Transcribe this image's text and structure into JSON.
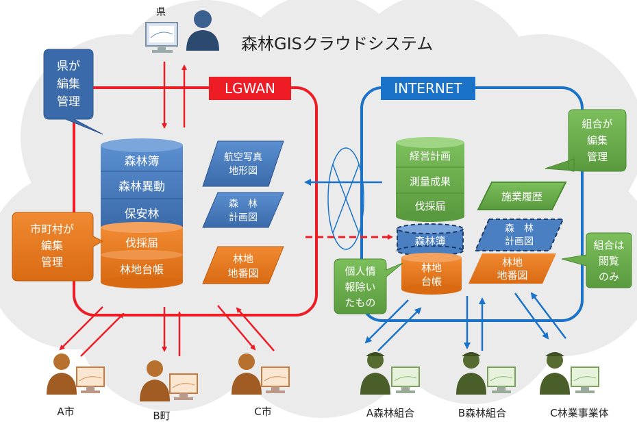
{
  "title": "森林GISクラウドシステム",
  "networks": {
    "lgwan": "LGWAN",
    "internet": "INTERNET"
  },
  "pref": {
    "label": "県",
    "callout": [
      "県が",
      "編集",
      "管理"
    ]
  },
  "municipality_callout": [
    "市町村が",
    "編集",
    "管理"
  ],
  "union_edit_callout": [
    "組合が",
    "編集",
    "管理"
  ],
  "union_view_callout": [
    "組合は",
    "閲覧",
    "のみ"
  ],
  "personal_info_callout": [
    "個人情",
    "報除い",
    "たもの"
  ],
  "lgwan_db": {
    "blue": [
      "森林簿",
      "森林異動",
      "保安林"
    ],
    "orange": [
      "伐採届",
      "林地台帳"
    ]
  },
  "lgwan_maps": {
    "aerial": [
      "航空写真",
      "地形図"
    ],
    "plan": [
      "森　林",
      "計画図"
    ],
    "lot": [
      "林地",
      "地番図"
    ]
  },
  "internet_db": {
    "green": [
      "経営計画",
      "測量成果",
      "伐採届"
    ],
    "blue": "森林簿",
    "orange": [
      "林地",
      "台帳"
    ]
  },
  "internet_maps": {
    "history": "施業履歴",
    "plan": [
      "森　林",
      "計画図"
    ],
    "lot": [
      "林地",
      "地番図"
    ]
  },
  "users_lgwan": [
    "A市",
    "B町",
    "C市"
  ],
  "users_internet": [
    "A森林組合",
    "B森林組合",
    "C林業事業体"
  ],
  "colors": {
    "lgwan": "#ee1c25",
    "internet": "#1a73c8",
    "blue_box": "#4a7fc1",
    "orange_box": "#e8781e",
    "green_box": "#6aa84f",
    "cloud": "#ebebeb"
  }
}
